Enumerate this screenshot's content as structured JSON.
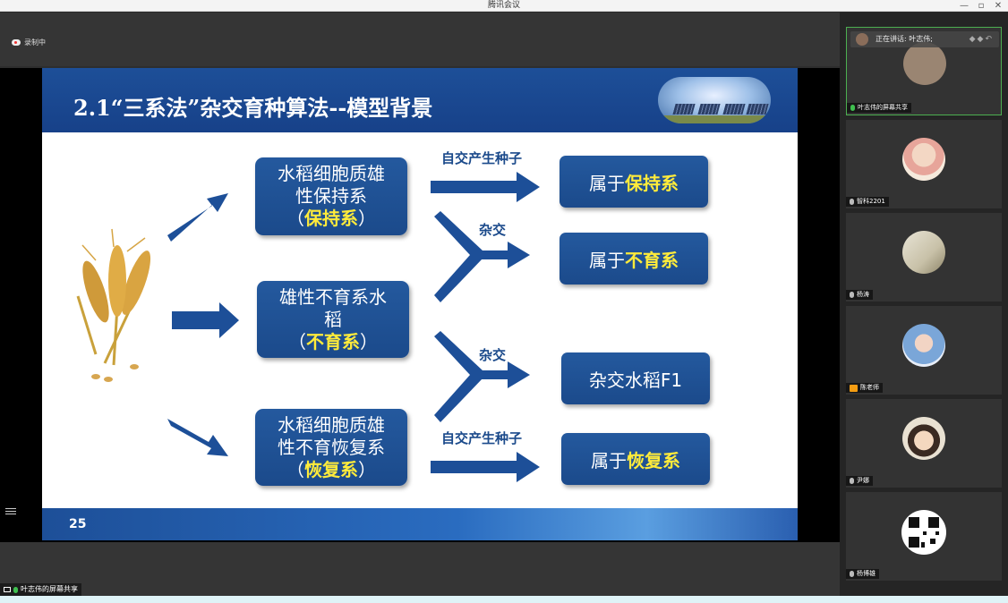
{
  "window": {
    "title": "腾讯会议",
    "minimize": "—",
    "restore": "▫",
    "close": "✕"
  },
  "recording": {
    "label": "录制中"
  },
  "slide": {
    "title": "2.1“三系法”杂交育种算法--模型背景",
    "page_number": "25",
    "boxes": {
      "maintainer": {
        "line1": "水稻细胞质雄",
        "line2": "性保持系",
        "tag_open": "（",
        "tag": "保持系",
        "tag_close": "）"
      },
      "sterile": {
        "line1": "雄性不育系水",
        "line2": "稻",
        "tag_open": "（",
        "tag": "不育系",
        "tag_close": "）"
      },
      "restorer": {
        "line1": "水稻细胞质雄",
        "line2": "性不育恢复系",
        "tag_open": "（",
        "tag": "恢复系",
        "tag_close": "）"
      }
    },
    "results": {
      "r1": {
        "prefix": "属于",
        "hl": "保持系"
      },
      "r2": {
        "prefix": "属于",
        "hl": "不育系"
      },
      "r3": {
        "prefix": "杂交水稻F1",
        "hl": ""
      },
      "r4": {
        "prefix": "属于",
        "hl": "恢复系"
      }
    },
    "labels": {
      "self1": "自交产生种子",
      "cross1": "杂交",
      "cross2": "杂交",
      "self2": "自交产生种子"
    }
  },
  "share_label": "叶志伟的屏幕共享",
  "participants": [
    {
      "name": "叶志伟的屏幕共享",
      "speaking_prefix": "正在讲话:",
      "speaker": "叶志伟;",
      "active": true
    },
    {
      "name": "智科2201"
    },
    {
      "name": "杨涛"
    },
    {
      "name": "陈老师"
    },
    {
      "name": "尹娜"
    },
    {
      "name": "杨博雄"
    }
  ],
  "colors": {
    "slide_blue": "#1d4f98",
    "highlight": "#ffeb3b",
    "active_border": "#4caf50",
    "mic_on": "#3fbf4f"
  }
}
